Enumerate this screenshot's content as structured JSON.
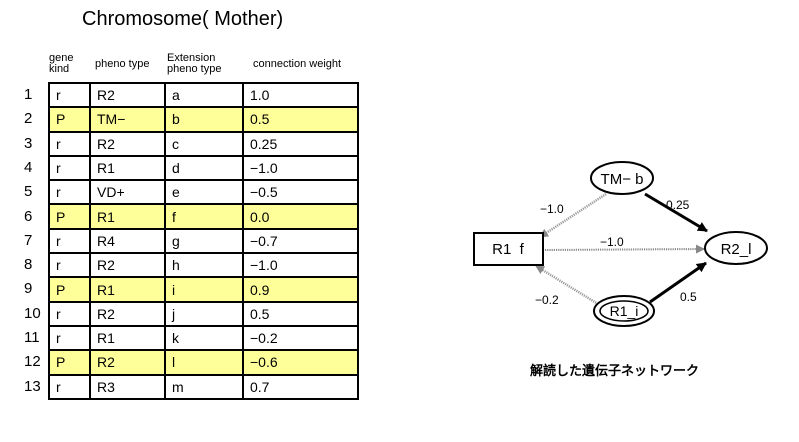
{
  "title": "Chromosome( Mother)",
  "headers": {
    "gene_kind": "gene kind",
    "pheno_type": "pheno type",
    "extension_pheno_type": "Extension pheno type",
    "connection_weight": "connection weight"
  },
  "rows": [
    {
      "n": "1",
      "kind": "r",
      "pheno": "R2",
      "ext": "a",
      "weight": "1.0",
      "highlight": false
    },
    {
      "n": "2",
      "kind": "P",
      "pheno": "TM−",
      "ext": "b",
      "weight": "0.5",
      "highlight": true
    },
    {
      "n": "3",
      "kind": "r",
      "pheno": "R2",
      "ext": "c",
      "weight": "0.25",
      "highlight": false
    },
    {
      "n": "4",
      "kind": "r",
      "pheno": "R1",
      "ext": "d",
      "weight": "−1.0",
      "highlight": false
    },
    {
      "n": "5",
      "kind": "r",
      "pheno": "VD+",
      "ext": "e",
      "weight": "−0.5",
      "highlight": false
    },
    {
      "n": "6",
      "kind": "P",
      "pheno": "R1",
      "ext": "f",
      "weight": "0.0",
      "highlight": true
    },
    {
      "n": "7",
      "kind": "r",
      "pheno": "R4",
      "ext": "g",
      "weight": "−0.7",
      "highlight": false
    },
    {
      "n": "8",
      "kind": "r",
      "pheno": "R2",
      "ext": "h",
      "weight": "−1.0",
      "highlight": false
    },
    {
      "n": "9",
      "kind": "P",
      "pheno": "R1",
      "ext": "i",
      "weight": "0.9",
      "highlight": true
    },
    {
      "n": "10",
      "kind": "r",
      "pheno": "R2",
      "ext": "j",
      "weight": "0.5",
      "highlight": false
    },
    {
      "n": "11",
      "kind": "r",
      "pheno": "R1",
      "ext": "k",
      "weight": "−0.2",
      "highlight": false
    },
    {
      "n": "12",
      "kind": "P",
      "pheno": "R2",
      "ext": "l",
      "weight": "−0.6",
      "highlight": true
    },
    {
      "n": "13",
      "kind": "r",
      "pheno": "R3",
      "ext": "m",
      "weight": "0.7",
      "highlight": false
    }
  ],
  "highlight_color": "#ffff99",
  "network": {
    "nodes": {
      "tmb": "TM− b",
      "r1f": "R1  f",
      "r2l": "R2_l",
      "r1i": "R1_i"
    },
    "edges": {
      "tmb_r1f": "−1.0",
      "tmb_r2l": "0.25",
      "r1f_r2l": "−1.0",
      "r1i_r1f": "−0.2",
      "r1i_r2l": "0.5"
    },
    "caption": "解読した遺伝子ネットワーク"
  }
}
